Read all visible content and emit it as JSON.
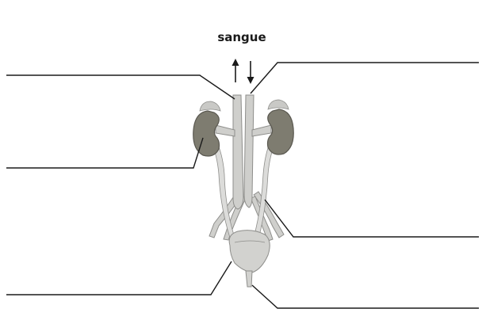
{
  "diagram": {
    "blood_label": "sangue",
    "colors": {
      "kidney": "#7e7c70",
      "kidney_dark": "#5a5850",
      "adrenal": "#c9c9c6",
      "vessel": "#cfcfcc",
      "vessel_edge": "#8e8e8b",
      "ureter": "#dcdcda",
      "bladder": "#d2d2cf",
      "leader_line": "#1a1a1a"
    },
    "structures": [
      "kidney-left",
      "kidney-right",
      "adrenal-left",
      "adrenal-right",
      "aorta",
      "vena-cava",
      "ureter-left",
      "ureter-right",
      "iliac-vessels",
      "bladder",
      "urethra"
    ],
    "blank_label_lines": 6
  }
}
